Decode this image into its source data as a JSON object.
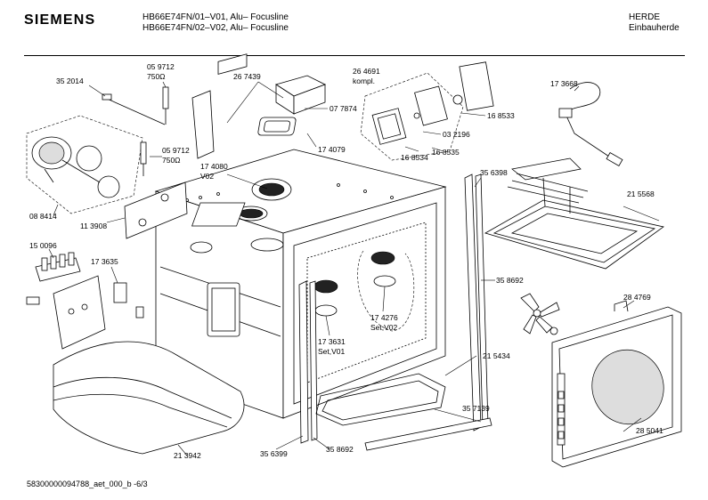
{
  "header": {
    "brand": "SIEMENS",
    "model_line_1": "HB66E74FN/01–V01, Alu– Focusline",
    "model_line_2": "HB66E74FN/02–V02, Alu– Focusline",
    "category": "HERDE",
    "subcategory": "Einbauherde"
  },
  "footer": {
    "document_id": "58300000094788_aet_000_b -6/3"
  },
  "part_labels": [
    {
      "id": "p352014",
      "text": "35 2014"
    },
    {
      "id": "p059712a",
      "text": "05 9712"
    },
    {
      "id": "p750a",
      "text": "750Ω"
    },
    {
      "id": "p267439",
      "text": "26 7439"
    },
    {
      "id": "p264691",
      "text": "26 4691"
    },
    {
      "id": "pkompl",
      "text": "kompl."
    },
    {
      "id": "p173668",
      "text": "17 3668"
    },
    {
      "id": "p077874",
      "text": "07 7874"
    },
    {
      "id": "p168533",
      "text": "16 8533"
    },
    {
      "id": "p032196",
      "text": "03 2196"
    },
    {
      "id": "p174079",
      "text": "17 4079"
    },
    {
      "id": "p168534",
      "text": "16 8534"
    },
    {
      "id": "p168535",
      "text": "16 8535"
    },
    {
      "id": "p059712b",
      "text": "05 9712"
    },
    {
      "id": "p750b",
      "text": "750Ω"
    },
    {
      "id": "p174080",
      "text": "17 4080"
    },
    {
      "id": "pV02a",
      "text": "V02"
    },
    {
      "id": "p356398",
      "text": "35 6398"
    },
    {
      "id": "p215568",
      "text": "21 5568"
    },
    {
      "id": "p088414",
      "text": "08 8414"
    },
    {
      "id": "p113908",
      "text": "11 3908"
    },
    {
      "id": "p150096",
      "text": "15 0096"
    },
    {
      "id": "p173635",
      "text": "17 3635"
    },
    {
      "id": "p358692a",
      "text": "35 8692"
    },
    {
      "id": "p284769",
      "text": "28 4769"
    },
    {
      "id": "p174276",
      "text": "17 4276"
    },
    {
      "id": "pSetV02",
      "text": "Set,V02"
    },
    {
      "id": "p173631",
      "text": "17 3631"
    },
    {
      "id": "pSetV01",
      "text": "Set,V01"
    },
    {
      "id": "p215434",
      "text": "21 5434"
    },
    {
      "id": "p357139",
      "text": "35 7139"
    },
    {
      "id": "p285041",
      "text": "28 5041"
    },
    {
      "id": "p213942",
      "text": "21 3942"
    },
    {
      "id": "p356399",
      "text": "35 6399"
    },
    {
      "id": "p358692b",
      "text": "35 8692"
    }
  ]
}
